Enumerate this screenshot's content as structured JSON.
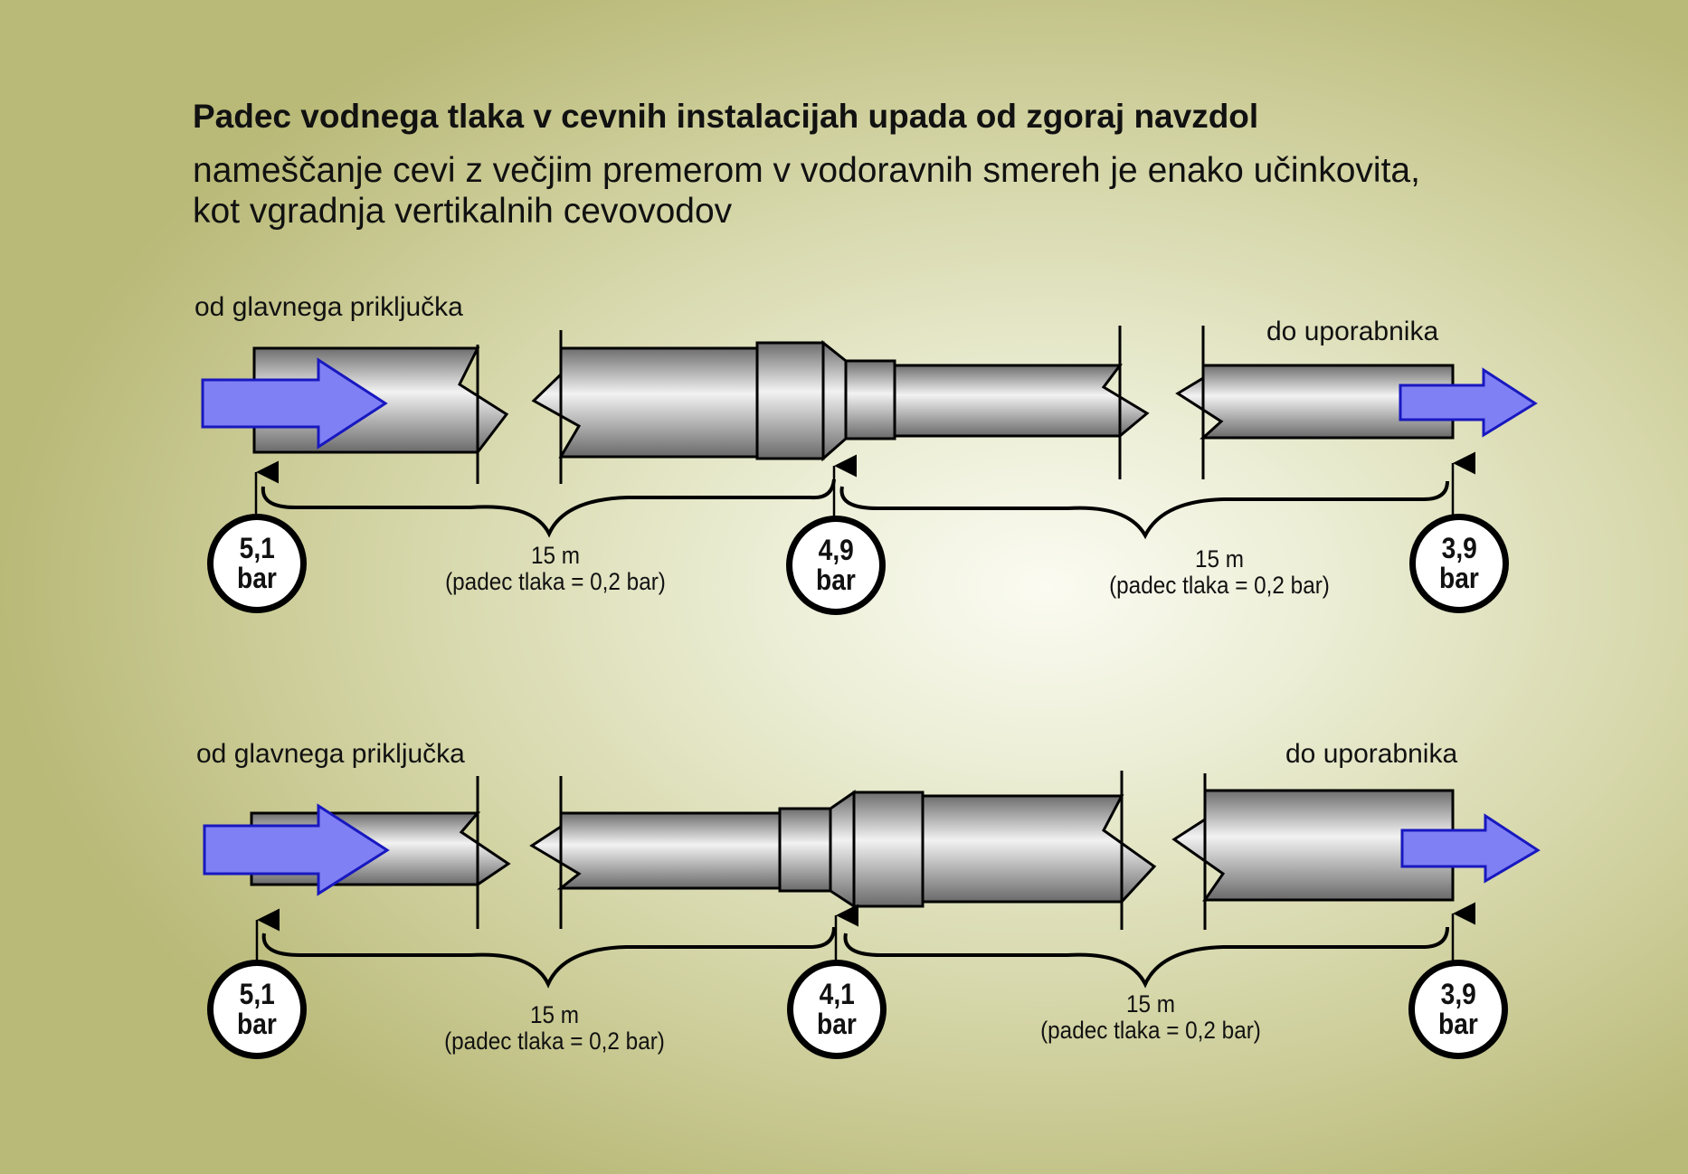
{
  "title": "Padec vodnega tlaka v cevnih instalacijah upada od zgoraj navzdol",
  "subtitle": "nameščanje cevi z večjim premerom v vodoravnih smereh je enako učinkovita, kot vgradnja vertikalnih cevovodov",
  "colors": {
    "arrow_fill": "#8080f5",
    "arrow_stroke": "#1818c0",
    "pipe_dark": "#6e6e6e",
    "pipe_light": "#f2f2f2"
  },
  "diagrams": [
    {
      "from_label": "od glavnega priključka",
      "to_label": "do uporabnika",
      "segments": [
        {
          "length": "15 m",
          "drop": "(padec tlaka = 0,2 bar)"
        },
        {
          "length": "15 m",
          "drop": "(padec tlaka = 0,2 bar)"
        }
      ],
      "pressures": [
        {
          "value": "5,1",
          "unit": "bar"
        },
        {
          "value": "4,9",
          "unit": "bar"
        },
        {
          "value": "3,9",
          "unit": "bar"
        }
      ]
    },
    {
      "from_label": "od glavnega priključka",
      "to_label": "do uporabnika",
      "segments": [
        {
          "length": "15 m",
          "drop": "(padec tlaka = 0,2 bar)"
        },
        {
          "length": "15 m",
          "drop": "(padec tlaka = 0,2 bar)"
        }
      ],
      "pressures": [
        {
          "value": "5,1",
          "unit": "bar"
        },
        {
          "value": "4,1",
          "unit": "bar"
        },
        {
          "value": "3,9",
          "unit": "bar"
        }
      ]
    }
  ]
}
